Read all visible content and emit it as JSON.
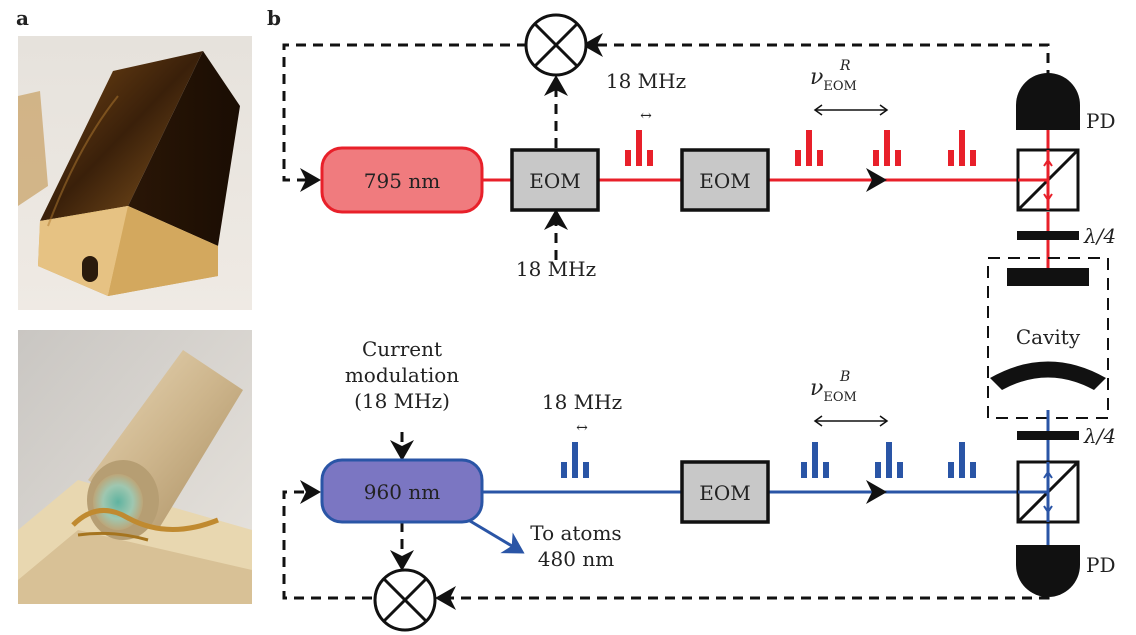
{
  "panels": {
    "a": "a",
    "b": "b"
  },
  "lasers": {
    "red": {
      "label": "795 nm",
      "color": "#e8202a",
      "fill": "#f07b7e"
    },
    "blue": {
      "label": "960 nm",
      "color": "#2a55a6",
      "fill": "#7b76c2"
    }
  },
  "eom_label": "EOM",
  "top": {
    "freq_sideband": "18 MHz",
    "freq_eom_input": "18 MHz",
    "nu_symbol": "ν",
    "nu_sup": "R",
    "nu_sub": "EOM"
  },
  "bottom": {
    "freq_sideband": "18 MHz",
    "modulation_lines": [
      "Current",
      "modulation",
      "(18 MHz)"
    ],
    "nu_symbol": "ν",
    "nu_sup": "B",
    "nu_sub": "EOM",
    "atoms_lines": [
      "To atoms",
      "480 nm"
    ]
  },
  "pd_label": "PD",
  "waveplate_label": "λ/4",
  "cavity_label": "Cavity",
  "colors": {
    "eom_fill": "#c8c8c8",
    "gold": "#c9a45a",
    "glass": "#d9c9a5"
  }
}
